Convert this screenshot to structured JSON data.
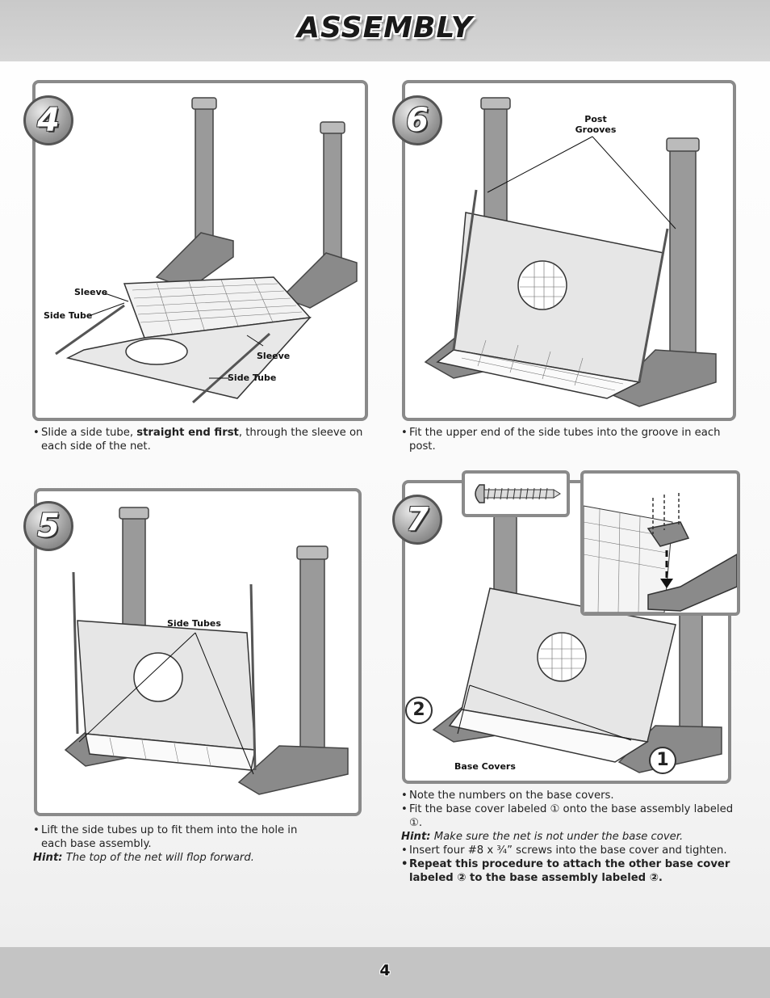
{
  "header": {
    "title": "ASSEMBLY"
  },
  "footer": {
    "page_number": "4"
  },
  "steps": {
    "s4": {
      "number": "4",
      "callouts": {
        "sleeve_top": "Sleeve",
        "side_tube_top": "Side Tube",
        "sleeve_bottom": "Sleeve",
        "side_tube_bottom": "Side Tube"
      },
      "text": {
        "pre": "Slide a side tube, ",
        "bold": "straight end first",
        "post": ", through the sleeve on each side of the net."
      }
    },
    "s5": {
      "number": "5",
      "callouts": {
        "side_tubes": "Side Tubes"
      },
      "text": {
        "line": "Lift the side tubes up to fit them into the hole in each base assembly.",
        "hint_label": "Hint:",
        "hint_text": " The top of the net will flop forward."
      }
    },
    "s6": {
      "number": "6",
      "callouts": {
        "post_grooves_1": "Post",
        "post_grooves_2": "Grooves"
      },
      "text": {
        "line": "Fit the upper end of the side tubes into the groove in each post."
      }
    },
    "s7": {
      "number": "7",
      "callouts": {
        "base_covers": "Base Covers",
        "label_1": "1",
        "label_2": "2"
      },
      "text": {
        "line1": "Note the numbers on the base covers.",
        "line2": "Fit the base cover labeled ① onto the base assembly labeled ①.",
        "hint_label": "Hint:",
        "hint_text": " Make sure the net is not under the base cover.",
        "line3": "Insert four #8 x ¾” screws into the base cover and tighten.",
        "line4": "Repeat this procedure to attach the other base cover labeled ② to the base assembly labeled ②."
      }
    }
  },
  "bullet": "•"
}
